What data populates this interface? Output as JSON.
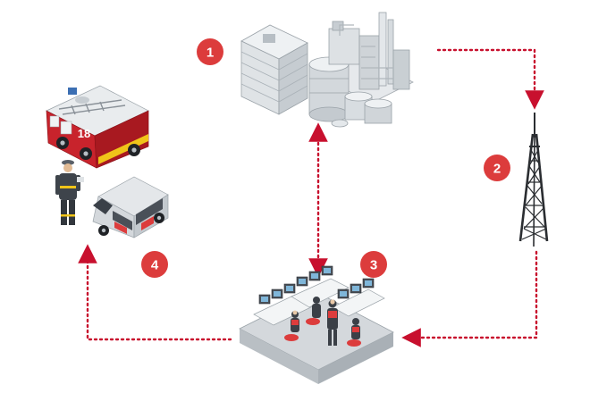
{
  "steps": [
    {
      "number": "1",
      "icon": "industrial-site-icon"
    },
    {
      "number": "2",
      "icon": "relay-tower-icon"
    },
    {
      "number": "3",
      "icon": "control-room-icon"
    },
    {
      "number": "4",
      "icon": "emergency-response-icon"
    }
  ],
  "truck_number": "18",
  "colors": {
    "accent": "#dc3c3c",
    "arrow": "#c8102e",
    "building": "#d9dee2",
    "floor": "#c9ced2",
    "staff": "#3b4047"
  }
}
